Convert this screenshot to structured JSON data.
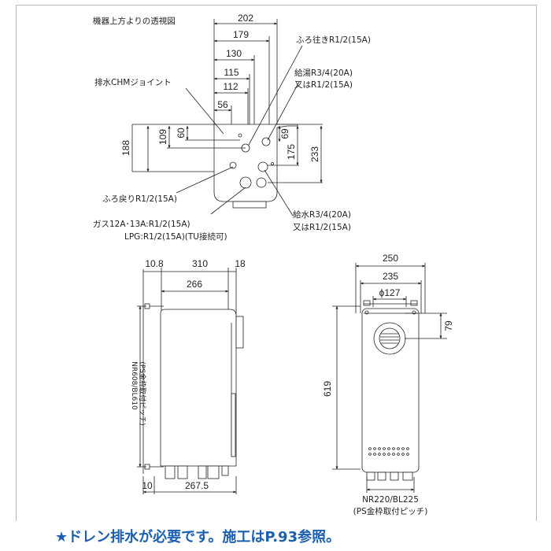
{
  "top_view": {
    "caption": "機器上方よりの透視図",
    "dims_h": [
      "202",
      "179",
      "130",
      "115",
      "112",
      "56"
    ],
    "dims_v": [
      "109",
      "60",
      "188",
      "69",
      "175",
      "233"
    ],
    "labels": {
      "drain": "排水CHMジョイント",
      "bath_out": "ふろ往きR1/2(15A)",
      "hot_1": "給湯R3/4(20A)",
      "hot_2": "又はR1/2(15A)",
      "bath_ret": "ふろ戻りR1/2(15A)",
      "gas_1": "ガス12A･13A:R1/2(15A)",
      "gas_2": "LPG:R1/2(15A)(TU接続可)",
      "water_1": "給水R3/4(20A)",
      "water_2": "又はR1/2(15A)"
    }
  },
  "side_view": {
    "dims_top": [
      "10.8",
      "310",
      "18",
      "266"
    ],
    "dims_bottom": [
      "10",
      "267.5"
    ],
    "vertical_label_1": "NR608/BL610",
    "vertical_label_2": "(PS金枠取付ピッチ)"
  },
  "front_view": {
    "dims_top": [
      "250",
      "235",
      "ϕ127"
    ],
    "dims_right": [
      "79"
    ],
    "dims_left": [
      "619"
    ],
    "bottom_label_1": "NR220/BL225",
    "bottom_label_2": "(PS金枠取付ピッチ)"
  },
  "footer_note": "★ドレン排水が必要です。施工はP.93参照。"
}
